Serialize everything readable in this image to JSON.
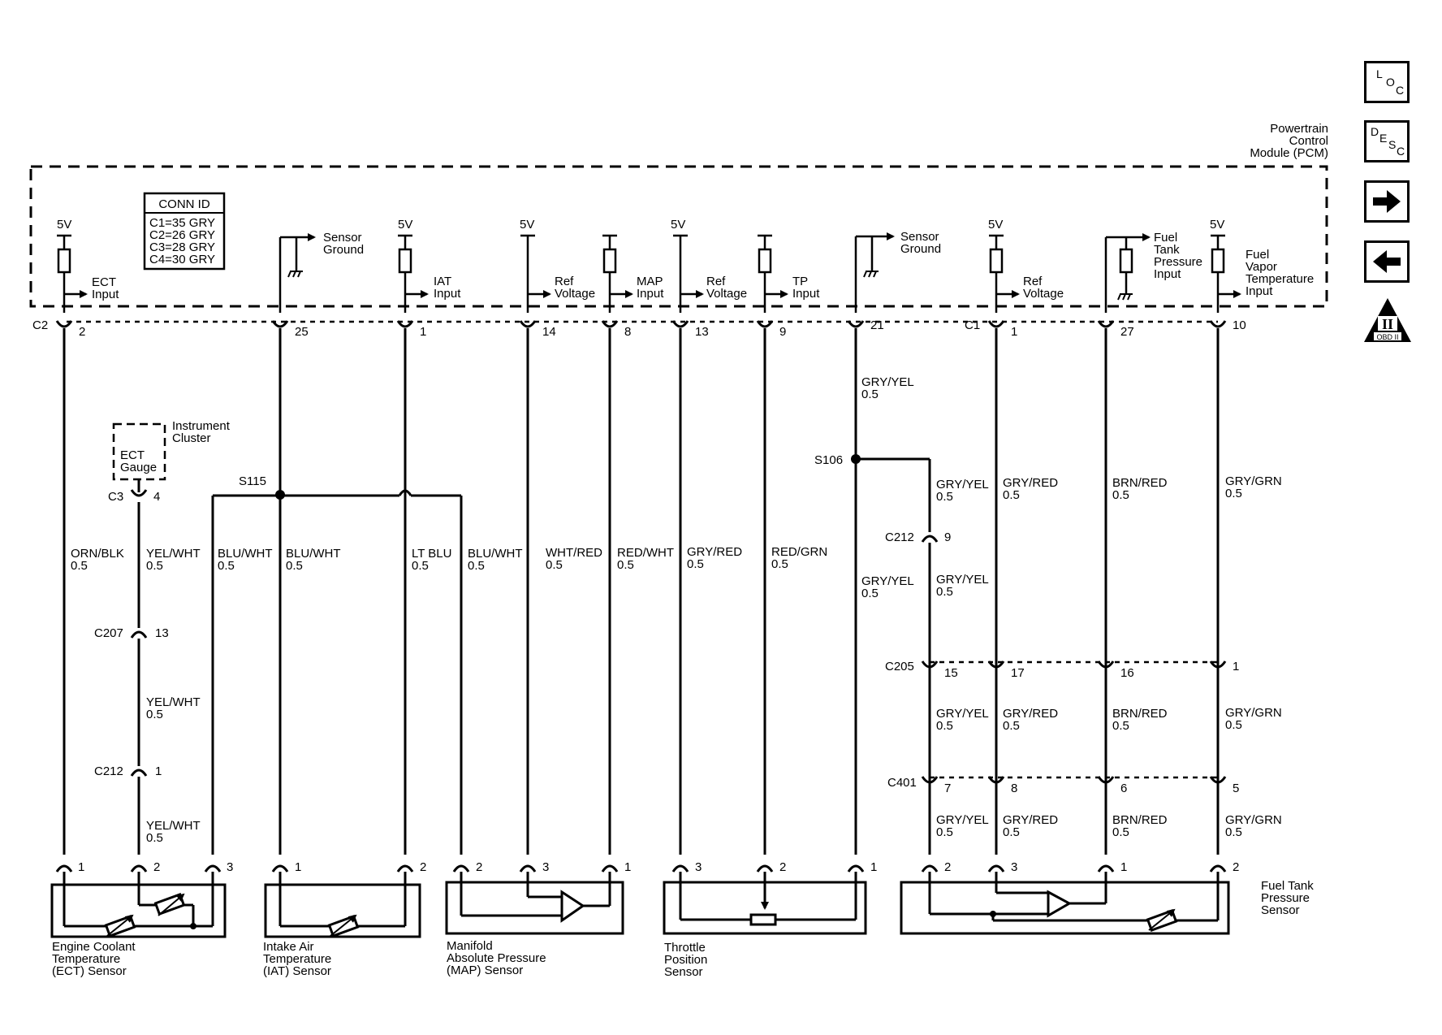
{
  "module": {
    "line1": "Powertrain",
    "line2": "Control",
    "line3": "Module (PCM)"
  },
  "conn_id": {
    "title": "CONN ID",
    "rows": [
      "C1=35 GRY",
      "C2=26 GRY",
      "C3=28 GRY",
      "C4=30 GRY"
    ]
  },
  "pcm_labels": {
    "v5": "5V",
    "ect_input": [
      "ECT",
      "Input"
    ],
    "sensor_ground": [
      "Sensor",
      "Ground"
    ],
    "iat_input": [
      "IAT",
      "Input"
    ],
    "ref_voltage": [
      "Ref",
      "Voltage"
    ],
    "map_input": [
      "MAP",
      "Input"
    ],
    "tp_input": [
      "TP",
      "Input"
    ],
    "fuel_tank_pressure_input": [
      "Fuel",
      "Tank",
      "Pressure",
      "Input"
    ],
    "fuel_vapor_temp_input": [
      "Fuel",
      "Vapor",
      "Temperature",
      "Input"
    ]
  },
  "pcm_connectors": {
    "c2": "C2",
    "c1": "C1"
  },
  "pins": [
    "2",
    "25",
    "1",
    "14",
    "8",
    "13",
    "9",
    "21",
    "1",
    "27",
    "10"
  ],
  "splices": {
    "s115": "S115",
    "s106": "S106"
  },
  "instrument_cluster": {
    "line1": "Instrument",
    "line2": "Cluster",
    "gauge1": "ECT",
    "gauge2": "Gauge",
    "conn": "C3",
    "pin": "4"
  },
  "wires": {
    "orn_blk": "ORN/BLK",
    "yel_wht": "YEL/WHT",
    "blu_wht": "BLU/WHT",
    "lt_blu": "LT BLU",
    "wht_red": "WHT/RED",
    "red_wht": "RED/WHT",
    "gry_red": "GRY/RED",
    "red_grn": "RED/GRN",
    "gry_yel": "GRY/YEL",
    "brn_red": "BRN/RED",
    "gry_grn": "GRY/GRN",
    "gauge": "0.5"
  },
  "inline_connectors": {
    "c207": "C207",
    "c207_pin": "13",
    "c212": "C212",
    "c212_pin_left": "1",
    "c212_pin_right": "9",
    "c205": "C205",
    "c205_pins": [
      "15",
      "17",
      "16",
      "1"
    ],
    "c401": "C401",
    "c401_pins": [
      "7",
      "8",
      "6",
      "5"
    ]
  },
  "sensor_pins": [
    "1",
    "2",
    "3",
    "1",
    "2",
    "2",
    "3",
    "1",
    "3",
    "2",
    "1",
    "2",
    "3",
    "1",
    "2"
  ],
  "sensors": {
    "ect": [
      "Engine Coolant",
      "Temperature",
      "(ECT) Sensor"
    ],
    "iat": [
      "Intake Air",
      "Temperature",
      "(IAT) Sensor"
    ],
    "map": [
      "Manifold",
      "Absolute Pressure",
      "(MAP) Sensor"
    ],
    "tp": [
      "Throttle",
      "Position",
      "Sensor"
    ],
    "ftp": [
      "Fuel Tank",
      "Pressure",
      "Sensor"
    ]
  },
  "side_buttons": {
    "loc": [
      "L",
      "O",
      "C"
    ],
    "desc": [
      "D",
      "E",
      "S",
      "C"
    ],
    "next_icon": "arrow-right-icon",
    "prev_icon": "arrow-left-icon",
    "obd": [
      "II",
      "OBD II"
    ]
  }
}
